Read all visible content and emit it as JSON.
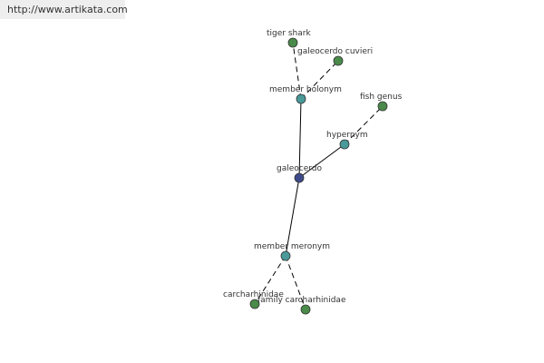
{
  "watermark": "http://www.artikata.com",
  "colors": {
    "center_node": "#3f4a8a",
    "relation_node": "#4a9a9a",
    "leaf_node": "#4a8a4a",
    "edge": "#000000",
    "watermark_bg": "#eeeeee"
  },
  "graph": {
    "center": "galeocerdo",
    "relations": [
      {
        "id": "member-holonym",
        "label": "member holonym",
        "targets": [
          "tiger shark",
          "galeocerdo cuvieri"
        ]
      },
      {
        "id": "hypernym",
        "label": "hypernym",
        "targets": [
          "fish genus"
        ]
      },
      {
        "id": "member-meronym",
        "label": "member meronym",
        "targets": [
          "carcharhinidae",
          "family carcharhinidae"
        ]
      }
    ]
  }
}
